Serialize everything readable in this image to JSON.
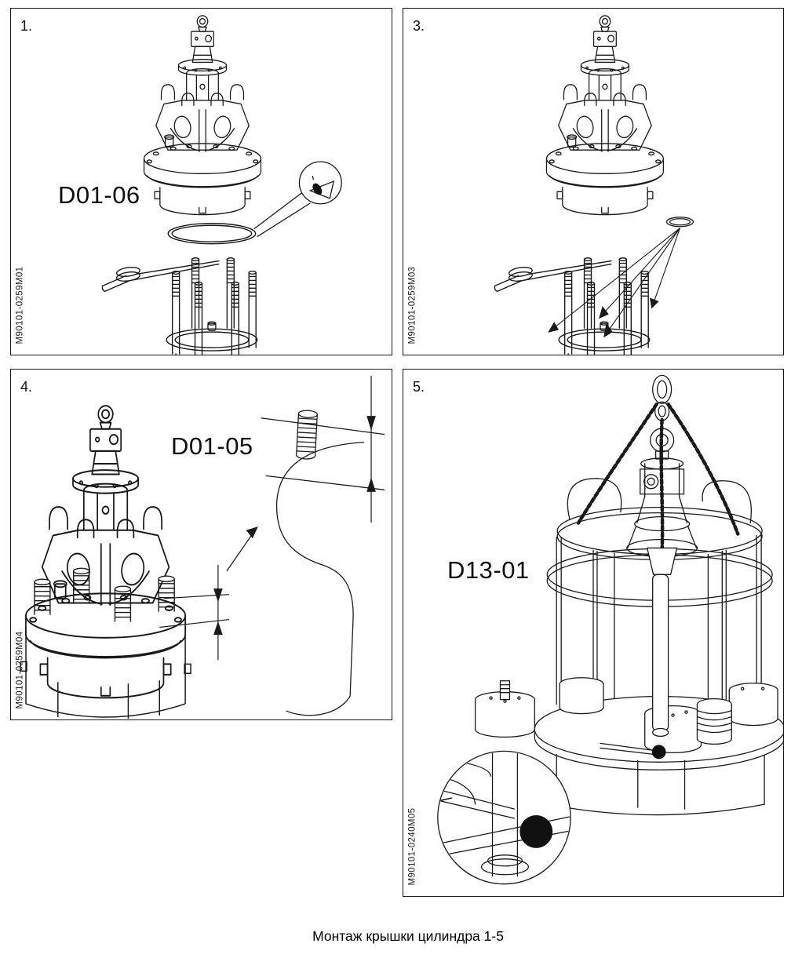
{
  "page": {
    "caption": "Монтаж крышки цилиндра 1-5"
  },
  "panels": [
    {
      "number": "1.",
      "label": "D01-06",
      "code": "M90101-0259M01"
    },
    {
      "number": "3.",
      "code": "M90101-0259M03"
    },
    {
      "number": "4.",
      "label": "D01-05",
      "code": "M90101-0259M04"
    },
    {
      "number": "5.",
      "label": "D13-01",
      "code": "M90101-0240M05"
    }
  ],
  "colors": {
    "line": "#1a1a1a",
    "marker": "#111111",
    "background": "#ffffff"
  }
}
